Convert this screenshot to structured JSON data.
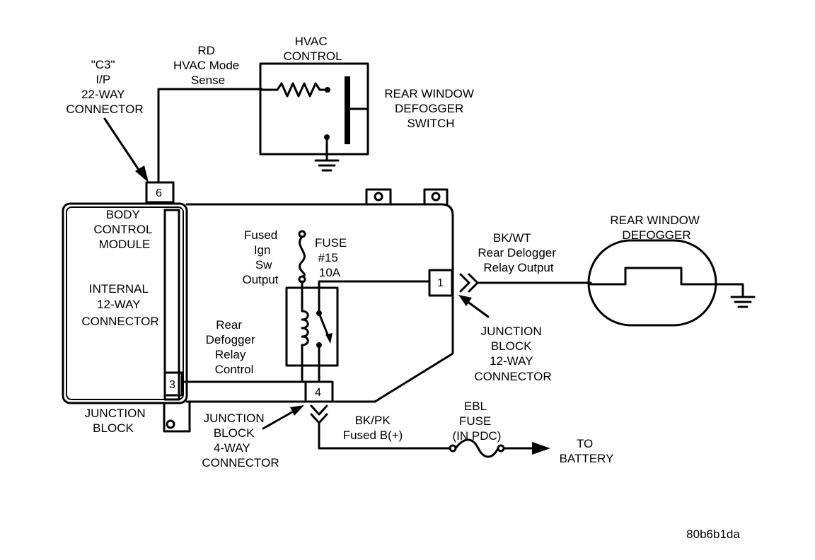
{
  "labels": {
    "c3_connector": [
      "\"C3\"",
      "I/P",
      "22-WAY",
      "CONNECTOR"
    ],
    "rd_wire": [
      "RD",
      "HVAC Mode",
      "Sense"
    ],
    "hvac_control": [
      "HVAC",
      "CONTROL"
    ],
    "defogger_switch": [
      "REAR WINDOW",
      "DEFOGGER",
      "SWITCH"
    ],
    "bcm": [
      "BODY",
      "CONTROL",
      "MODULE"
    ],
    "internal_connector": [
      "INTERNAL",
      "12-WAY",
      "CONNECTOR"
    ],
    "fused_ign": [
      "Fused",
      "Ign",
      "Sw",
      "Output"
    ],
    "fuse15": [
      "FUSE",
      "#15",
      "10A"
    ],
    "relay_control": [
      "Rear",
      "Defogger",
      "Relay",
      "Control"
    ],
    "junction_block": [
      "JUNCTION",
      "BLOCK"
    ],
    "jb_4way": [
      "JUNCTION",
      "BLOCK",
      "4-WAY",
      "CONNECTOR"
    ],
    "bkwt_wire": [
      "BK/WT",
      "Rear Delogger",
      "Relay Output"
    ],
    "jb_12way": [
      "JUNCTION",
      "BLOCK",
      "12-WAY",
      "CONNECTOR"
    ],
    "rear_window_defogger": [
      "REAR WINDOW",
      "DEFOGGER"
    ],
    "bkpk_wire": [
      "BK/PK",
      "Fused B(+)"
    ],
    "ebl_fuse": [
      "EBL",
      "FUSE",
      "(IN PDC)"
    ],
    "to_battery": [
      "TO",
      "BATTERY"
    ],
    "figure_id": "80b6b1da"
  },
  "pins": {
    "c3_pin": "6",
    "bcm_pin": "3",
    "jb_out_pin": "1",
    "jb_in_pin": "4"
  }
}
